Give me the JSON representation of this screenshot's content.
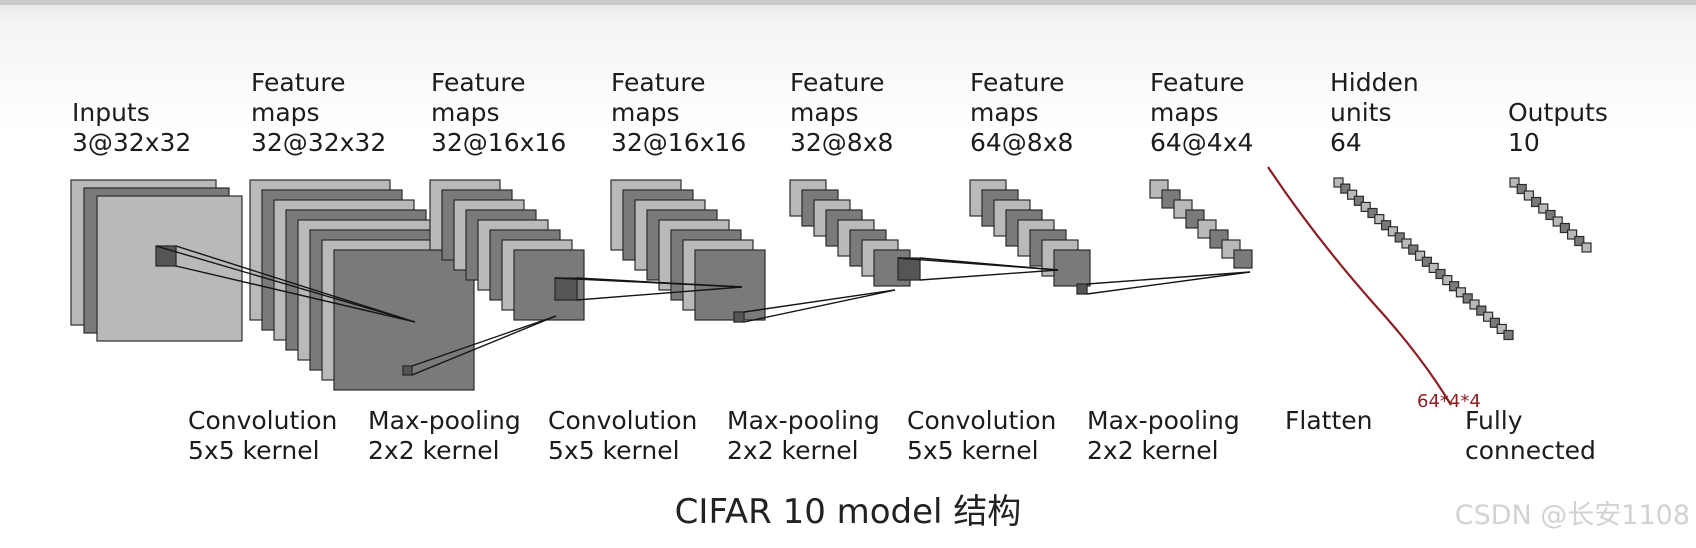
{
  "layers": [
    {
      "title": [
        "Inputs",
        "3@32x32"
      ]
    },
    {
      "title": [
        "Feature",
        "maps",
        "32@32x32"
      ]
    },
    {
      "title": [
        "Feature",
        "maps",
        "32@16x16"
      ]
    },
    {
      "title": [
        "Feature",
        "maps",
        "32@16x16"
      ]
    },
    {
      "title": [
        "Feature",
        "maps",
        "32@8x8"
      ]
    },
    {
      "title": [
        "Feature",
        "maps",
        "64@8x8"
      ]
    },
    {
      "title": [
        "Feature",
        "maps",
        "64@4x4"
      ]
    },
    {
      "title": [
        "Hidden",
        "units",
        "64"
      ]
    },
    {
      "title": [
        "Outputs",
        "10"
      ]
    }
  ],
  "operations": [
    {
      "lines": [
        "Convolution",
        "5x5 kernel"
      ]
    },
    {
      "lines": [
        "Max-pooling",
        "2x2 kernel"
      ]
    },
    {
      "lines": [
        "Convolution",
        "5x5 kernel"
      ]
    },
    {
      "lines": [
        "Max-pooling",
        "2x2 kernel"
      ]
    },
    {
      "lines": [
        "Convolution",
        "5x5 kernel"
      ]
    },
    {
      "lines": [
        "Max-pooling",
        "2x2 kernel"
      ]
    },
    {
      "lines": [
        "Flatten"
      ]
    },
    {
      "lines": [
        "Fully",
        "connected"
      ]
    }
  ],
  "annotation": "64*4*4",
  "caption": "CIFAR 10 model 结构",
  "watermark": "CSDN @长安1108",
  "colors": {
    "map_light": "#b9b9b9",
    "map_dark": "#7a7a7a",
    "border": "#2b2b2b",
    "annotation": "#8c1f24"
  }
}
